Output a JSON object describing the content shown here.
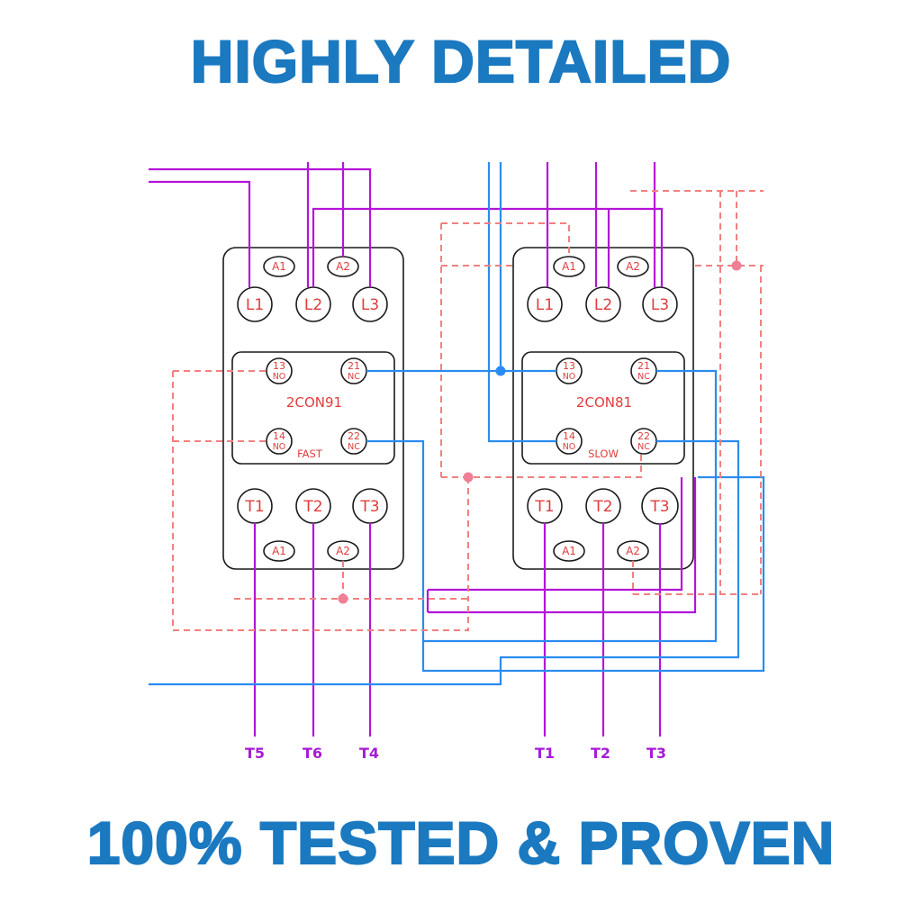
{
  "page": {
    "title_top": "HIGHLY DETAILED",
    "title_bottom": "100% TESTED & PROVEN"
  },
  "colors": {
    "title_blue": "#1b79c0",
    "wire_magenta": "#b414d8",
    "wire_blue": "#2a8cf0",
    "wire_dashed_pink": "#f28080",
    "junction_pink": "#ef7f95",
    "label_red": "#e03c3c",
    "outline_black": "#1a1a1a"
  },
  "contactors": [
    {
      "name": "2CON91",
      "speed": "FAST",
      "coil_top": [
        "A1",
        "A2"
      ],
      "line_terminals": [
        "L1",
        "L2",
        "L3"
      ],
      "aux_contacts": [
        {
          "num": "13",
          "type": "NO"
        },
        {
          "num": "21",
          "type": "NC"
        },
        {
          "num": "14",
          "type": "NO"
        },
        {
          "num": "22",
          "type": "NC"
        }
      ],
      "load_terminals": [
        "T1",
        "T2",
        "T3"
      ],
      "coil_bottom": [
        "A1",
        "A2"
      ],
      "lead_labels": [
        "T5",
        "T6",
        "T4"
      ]
    },
    {
      "name": "2CON81",
      "speed": "SLOW",
      "coil_top": [
        "A1",
        "A2"
      ],
      "line_terminals": [
        "L1",
        "L2",
        "L3"
      ],
      "aux_contacts": [
        {
          "num": "13",
          "type": "NO"
        },
        {
          "num": "21",
          "type": "NC"
        },
        {
          "num": "14",
          "type": "NO"
        },
        {
          "num": "22",
          "type": "NC"
        }
      ],
      "load_terminals": [
        "T1",
        "T2",
        "T3"
      ],
      "coil_bottom": [
        "A1",
        "A2"
      ],
      "lead_labels": [
        "T1",
        "T2",
        "T3"
      ]
    }
  ]
}
